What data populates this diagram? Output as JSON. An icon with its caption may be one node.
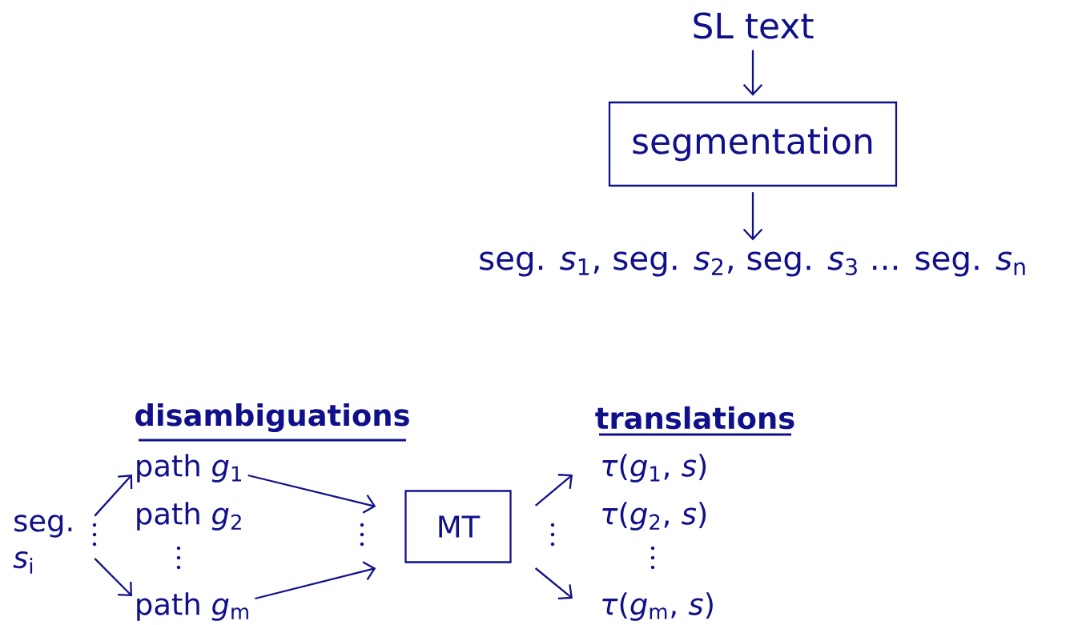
{
  "diagram": {
    "nodes": [
      {
        "text": [
          "SL text"
        ]
      },
      {
        "text": [
          "segmentation"
        ]
      },
      {
        "text": [
          "seg. *s*$_{1}$, seg. *s*$_{2}$, seg. *s*$_{3}$ ... seg. *s*$_{n}$"
        ]
      },
      {
        "text": [
          "seg. *s*$_{i}$"
        ]
      },
      {
        "text": [
          "path *g*$_{1}$"
        ]
      },
      {
        "text": [
          "path *g*$_{2}$"
        ]
      },
      {
        "text": [
          "path *g*$_{m}$"
        ]
      },
      {
        "text": [
          "MT"
        ]
      },
      {
        "text": [
          "*τ*(*g*$_{1}$, *s*)"
        ]
      },
      {
        "text": [
          "*τ*(*g*$_{2}$, *s*)"
        ]
      },
      {
        "text": [
          "*τ*(*g*$_{m}$, *s*)"
        ]
      }
    ],
    "edges": [
      {
        "from": 0,
        "to": 1,
        "arrow": "to"
      },
      {
        "from": 1,
        "to": 2,
        "arrow": "to"
      },
      {
        "from": 3,
        "to": 4,
        "arrow": "to"
      },
      {
        "from": 3,
        "to": 6,
        "arrow": "to"
      },
      {
        "from": 4,
        "to": 7,
        "arrow": "to"
      },
      {
        "from": 6,
        "to": 7,
        "arrow": "to"
      },
      {
        "from": 7,
        "to": 8,
        "arrow": "to"
      },
      {
        "from": 7,
        "to": 10,
        "arrow": "to"
      }
    ],
    "labels": [
      "disambiguations",
      "translations"
    ]
  }
}
